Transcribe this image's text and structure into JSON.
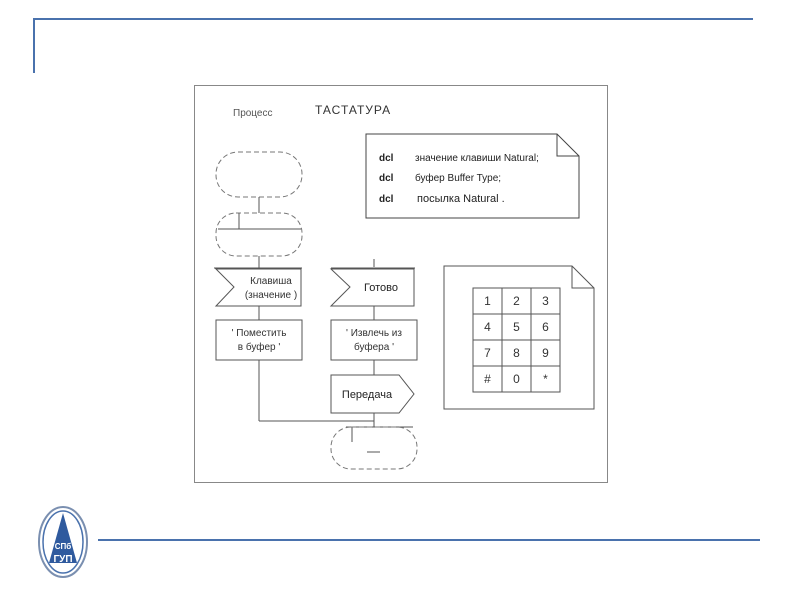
{
  "slide": {
    "accent_color": "#4a72ad",
    "logo": {
      "icon": "university-emblem-icon",
      "text_top": "СПб",
      "text_bottom": "ГУП"
    }
  },
  "diagram": {
    "process_label": "Процесс",
    "process_name": "ТАСТАТУРА",
    "declarations": [
      {
        "keyword": "dcl",
        "text": "значение клавиши Natural;"
      },
      {
        "keyword": "dcl",
        "text": "буфер Buffer Type;"
      },
      {
        "keyword": "dcl",
        "text": "посылка Natural ."
      }
    ],
    "input_signals": [
      {
        "line1": "Клавиша",
        "line2": "(значение )"
      },
      {
        "line1": "Готово",
        "line2": ""
      }
    ],
    "tasks": [
      {
        "line1": "' Поместить",
        "line2": "в буфер '"
      },
      {
        "line1": "' Извлечь из",
        "line2": "буфера '"
      }
    ],
    "output_signal": "Передача",
    "keypad": {
      "keys": [
        "1",
        "2",
        "3",
        "4",
        "5",
        "6",
        "7",
        "8",
        "9",
        "#",
        "0",
        "*"
      ]
    }
  }
}
